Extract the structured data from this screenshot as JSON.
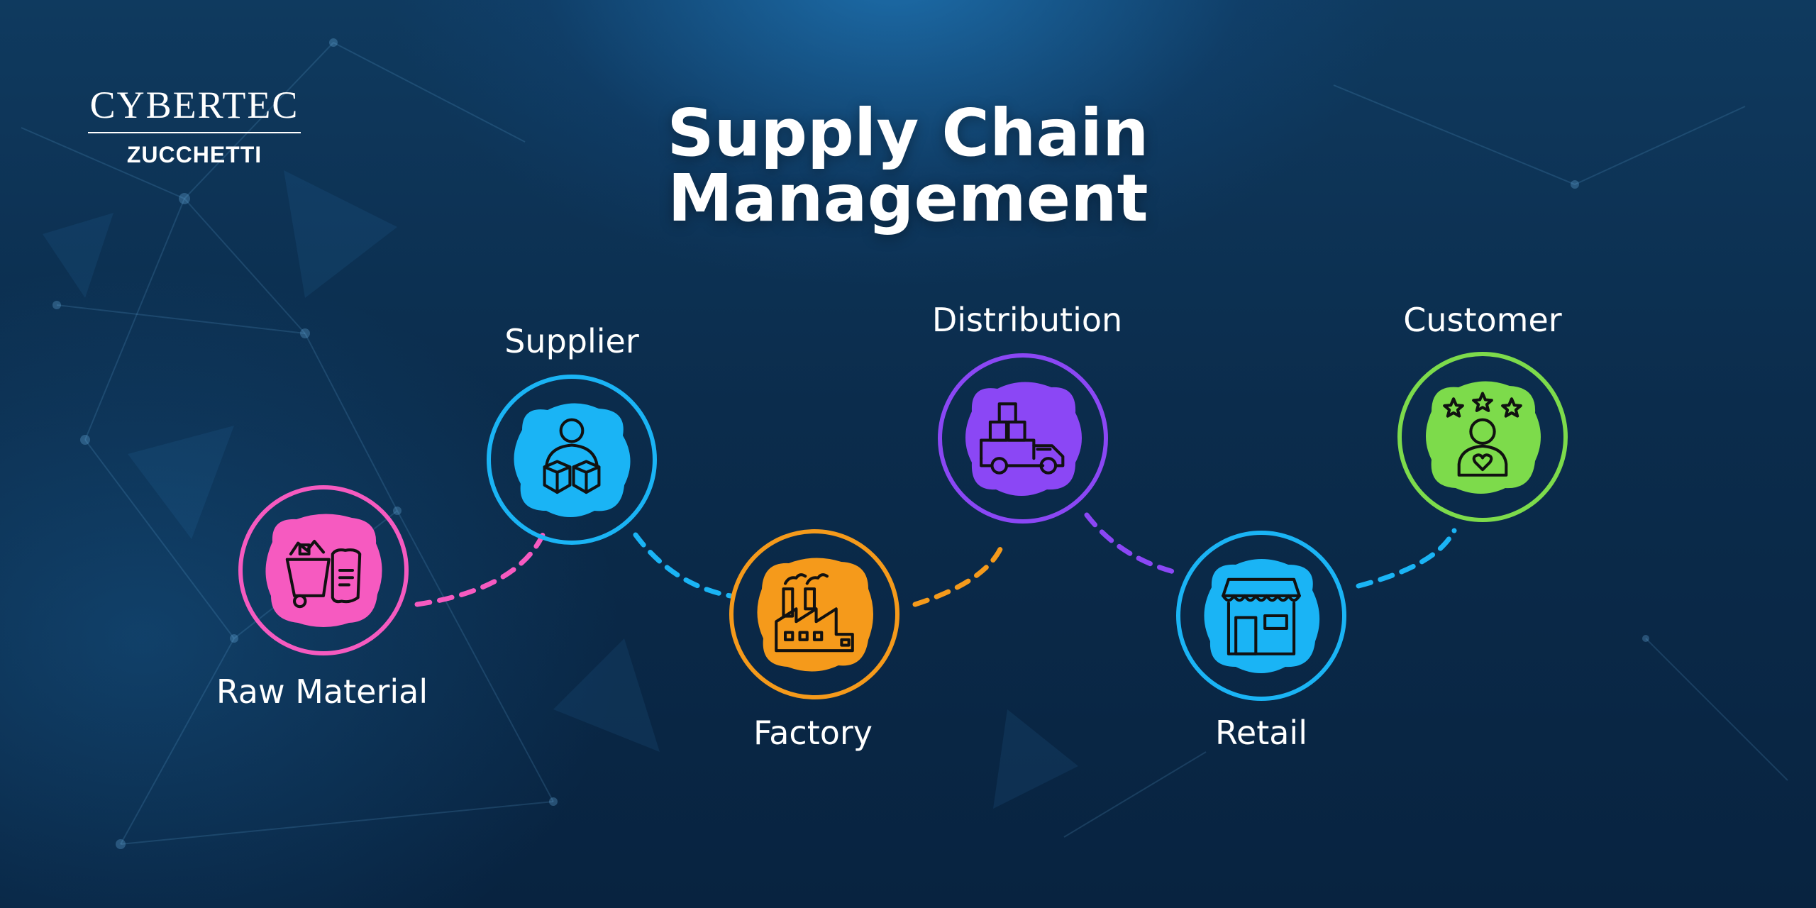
{
  "logo": {
    "line1": "CYBERTEC",
    "line2": "ZUCCHETTI"
  },
  "title": {
    "line1": "Supply Chain",
    "line2": "Management"
  },
  "stages": [
    {
      "key": "raw-material",
      "label": "Raw Material",
      "color": "#f65ac0",
      "icon": "raw-material-icon"
    },
    {
      "key": "supplier",
      "label": "Supplier",
      "color": "#1ab4f5",
      "icon": "supplier-icon"
    },
    {
      "key": "factory",
      "label": "Factory",
      "color": "#f59a1b",
      "icon": "factory-icon"
    },
    {
      "key": "distribution",
      "label": "Distribution",
      "color": "#8b47f5",
      "icon": "truck-icon"
    },
    {
      "key": "retail",
      "label": "Retail",
      "color": "#1ab4f5",
      "icon": "store-icon"
    },
    {
      "key": "customer",
      "label": "Customer",
      "color": "#7ddb4b",
      "icon": "customer-icon"
    }
  ]
}
